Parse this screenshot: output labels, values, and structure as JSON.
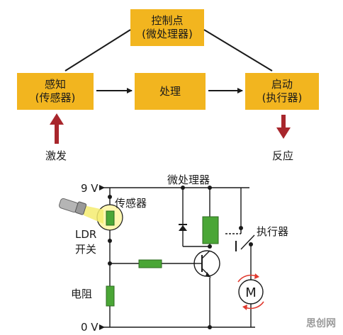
{
  "flow": {
    "control": {
      "line1": "控制点",
      "line2": "(微处理器)"
    },
    "sense": {
      "line1": "感知",
      "line2": "(传感器)"
    },
    "process": {
      "label": "处理"
    },
    "actuate": {
      "line1": "启动",
      "line2": "(执行器)"
    },
    "trigger": "激发",
    "response": "反应"
  },
  "circuit": {
    "v9": "9 V",
    "v0": "0 V",
    "sensor": "传感器",
    "ldr1": "LDR",
    "ldr2": "开关",
    "mcu": "微处理器",
    "actuator": "执行器",
    "resistor": "电阻",
    "motor": "M"
  },
  "watermark": "思创网",
  "colors": {
    "box": "#f2b51f",
    "arrow_red": "#a8262c",
    "green": "#4aa636",
    "motor_arrow": "#e03a2f"
  }
}
